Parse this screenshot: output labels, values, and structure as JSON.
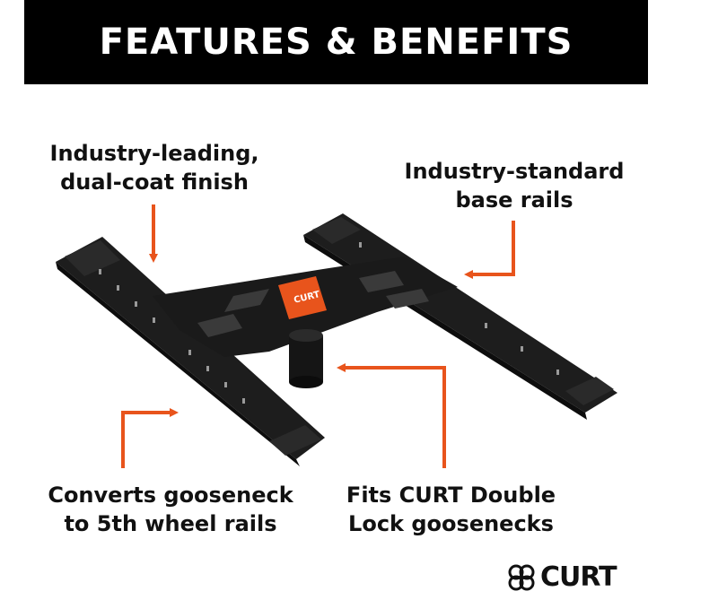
{
  "banner": {
    "title": "FEATURES & BENEFITS"
  },
  "callouts": {
    "finish": {
      "line1": "Industry-leading,",
      "line2": "dual-coat finish"
    },
    "rails": {
      "line1": "Industry-standard",
      "line2": "base rails"
    },
    "converts": {
      "line1": "Converts gooseneck",
      "line2": "to 5th wheel rails"
    },
    "fits": {
      "line1": "Fits CURT Double",
      "line2": "Lock goosenecks"
    }
  },
  "product_label": {
    "brand": "CURT"
  },
  "logo": {
    "word": "CURT"
  },
  "colors": {
    "banner": "#000000",
    "arrow": "#e8541c",
    "product": "#1c1c1c",
    "label": "#e8541c"
  }
}
